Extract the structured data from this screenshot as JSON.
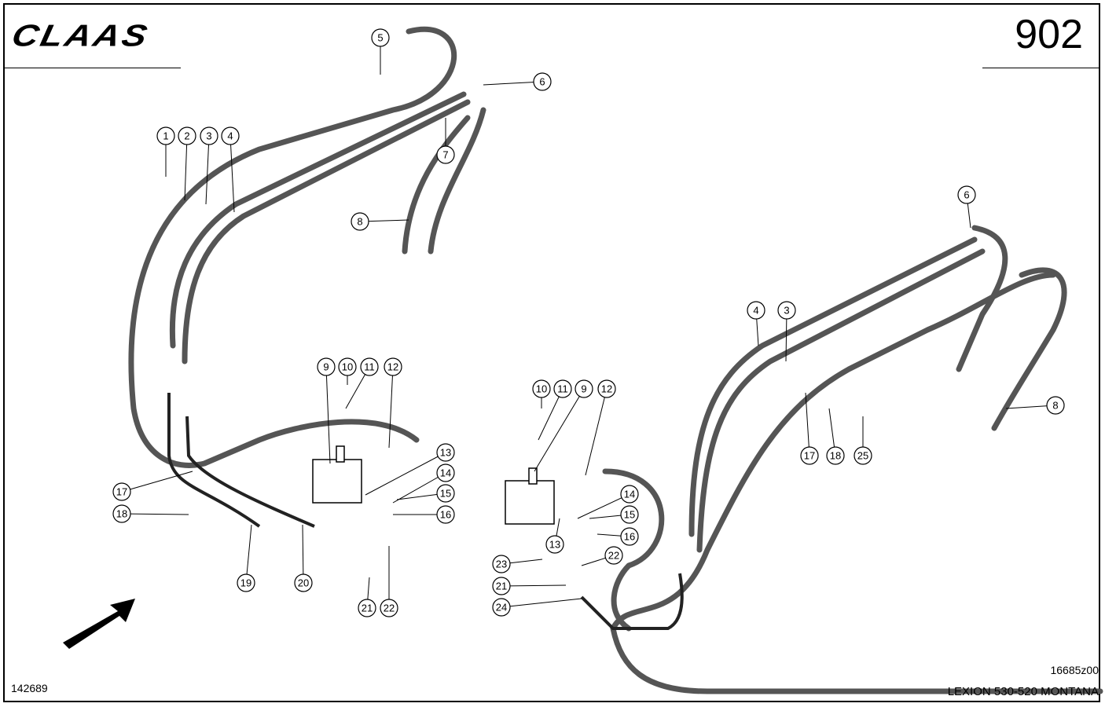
{
  "header": {
    "brand": "CLAAS",
    "page_number": "902"
  },
  "footer": {
    "document_number": "142689",
    "drawing_id": "16685z00",
    "model": "LEXION 530-520 MONTANA"
  },
  "callouts": [
    "5",
    "6",
    "1",
    "2",
    "3",
    "4",
    "7",
    "8",
    "9",
    "10",
    "11",
    "12",
    "13",
    "14",
    "15",
    "16",
    "17",
    "18",
    "19",
    "20",
    "21",
    "22",
    "10",
    "11",
    "9",
    "12",
    "14",
    "15",
    "16",
    "13",
    "22",
    "23",
    "21",
    "24",
    "4",
    "3",
    "17",
    "18",
    "25",
    "6",
    "8"
  ]
}
